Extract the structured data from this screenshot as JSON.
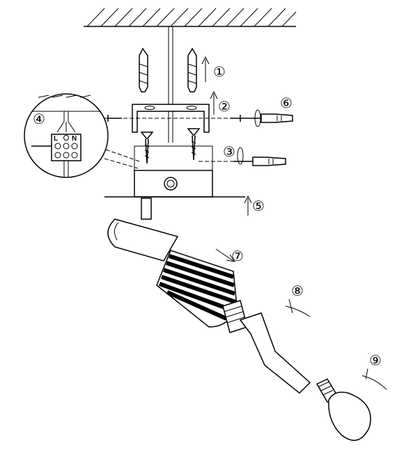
{
  "steps": [
    "①",
    "②",
    "③",
    "④",
    "⑤",
    "⑥",
    "⑦",
    "⑧",
    "⑨"
  ],
  "terminal": {
    "live": "L",
    "neutral": "N"
  }
}
